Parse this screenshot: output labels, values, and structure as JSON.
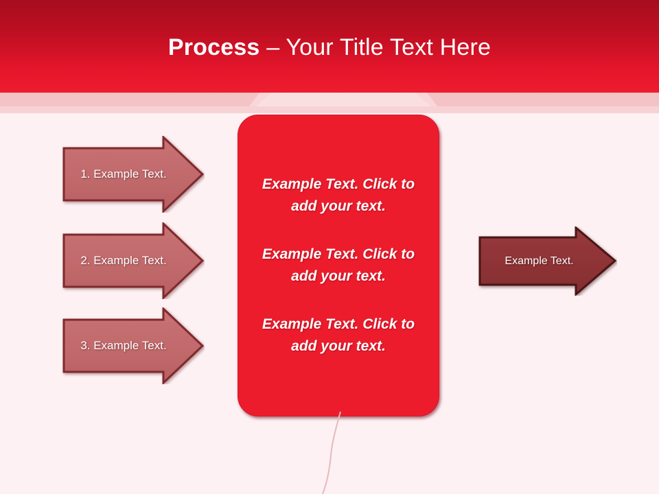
{
  "slide": {
    "background_color": "#fdf1f3",
    "header": {
      "title_bold": "Process",
      "title_regular": " – Your Title Text Here",
      "gradient_top": "#a50d1e",
      "gradient_bottom": "#ee1c2e",
      "accent_band_color": "#f4c3c6"
    },
    "steps": [
      {
        "label": "1. Example Text.",
        "fill": "#c26a6c",
        "stroke": "#7e2a2d"
      },
      {
        "label": "2. Example Text.",
        "fill": "#c26a6c",
        "stroke": "#7e2a2d"
      },
      {
        "label": "3. Example Text.",
        "fill": "#c26a6c",
        "stroke": "#7e2a2d"
      }
    ],
    "center_panel": {
      "fill": "#ec1c2c",
      "paragraphs": [
        "Example Text. Click  to add your text.",
        "Example Text. Click  to add your text.",
        "Example Text. Click  to add your text."
      ]
    },
    "output": {
      "label": "Example Text.",
      "fill": "#8f3437",
      "stroke": "#4a1416"
    }
  }
}
